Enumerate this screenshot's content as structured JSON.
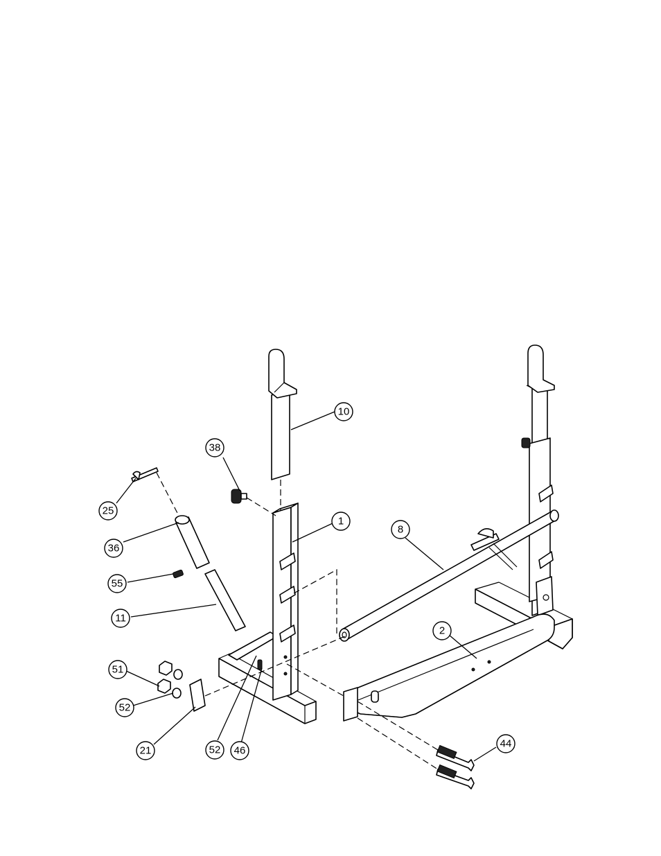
{
  "diagram": {
    "callouts": [
      {
        "id": "c10",
        "label": "10"
      },
      {
        "id": "c38",
        "label": "38"
      },
      {
        "id": "c25",
        "label": "25"
      },
      {
        "id": "c1",
        "label": "1"
      },
      {
        "id": "c8",
        "label": "8"
      },
      {
        "id": "c36",
        "label": "36"
      },
      {
        "id": "c55",
        "label": "55"
      },
      {
        "id": "c11",
        "label": "11"
      },
      {
        "id": "c2",
        "label": "2"
      },
      {
        "id": "c51",
        "label": "51"
      },
      {
        "id": "c52a",
        "label": "52"
      },
      {
        "id": "c21",
        "label": "21"
      },
      {
        "id": "c52b",
        "label": "52"
      },
      {
        "id": "c46",
        "label": "46"
      },
      {
        "id": "c44",
        "label": "44"
      }
    ]
  }
}
